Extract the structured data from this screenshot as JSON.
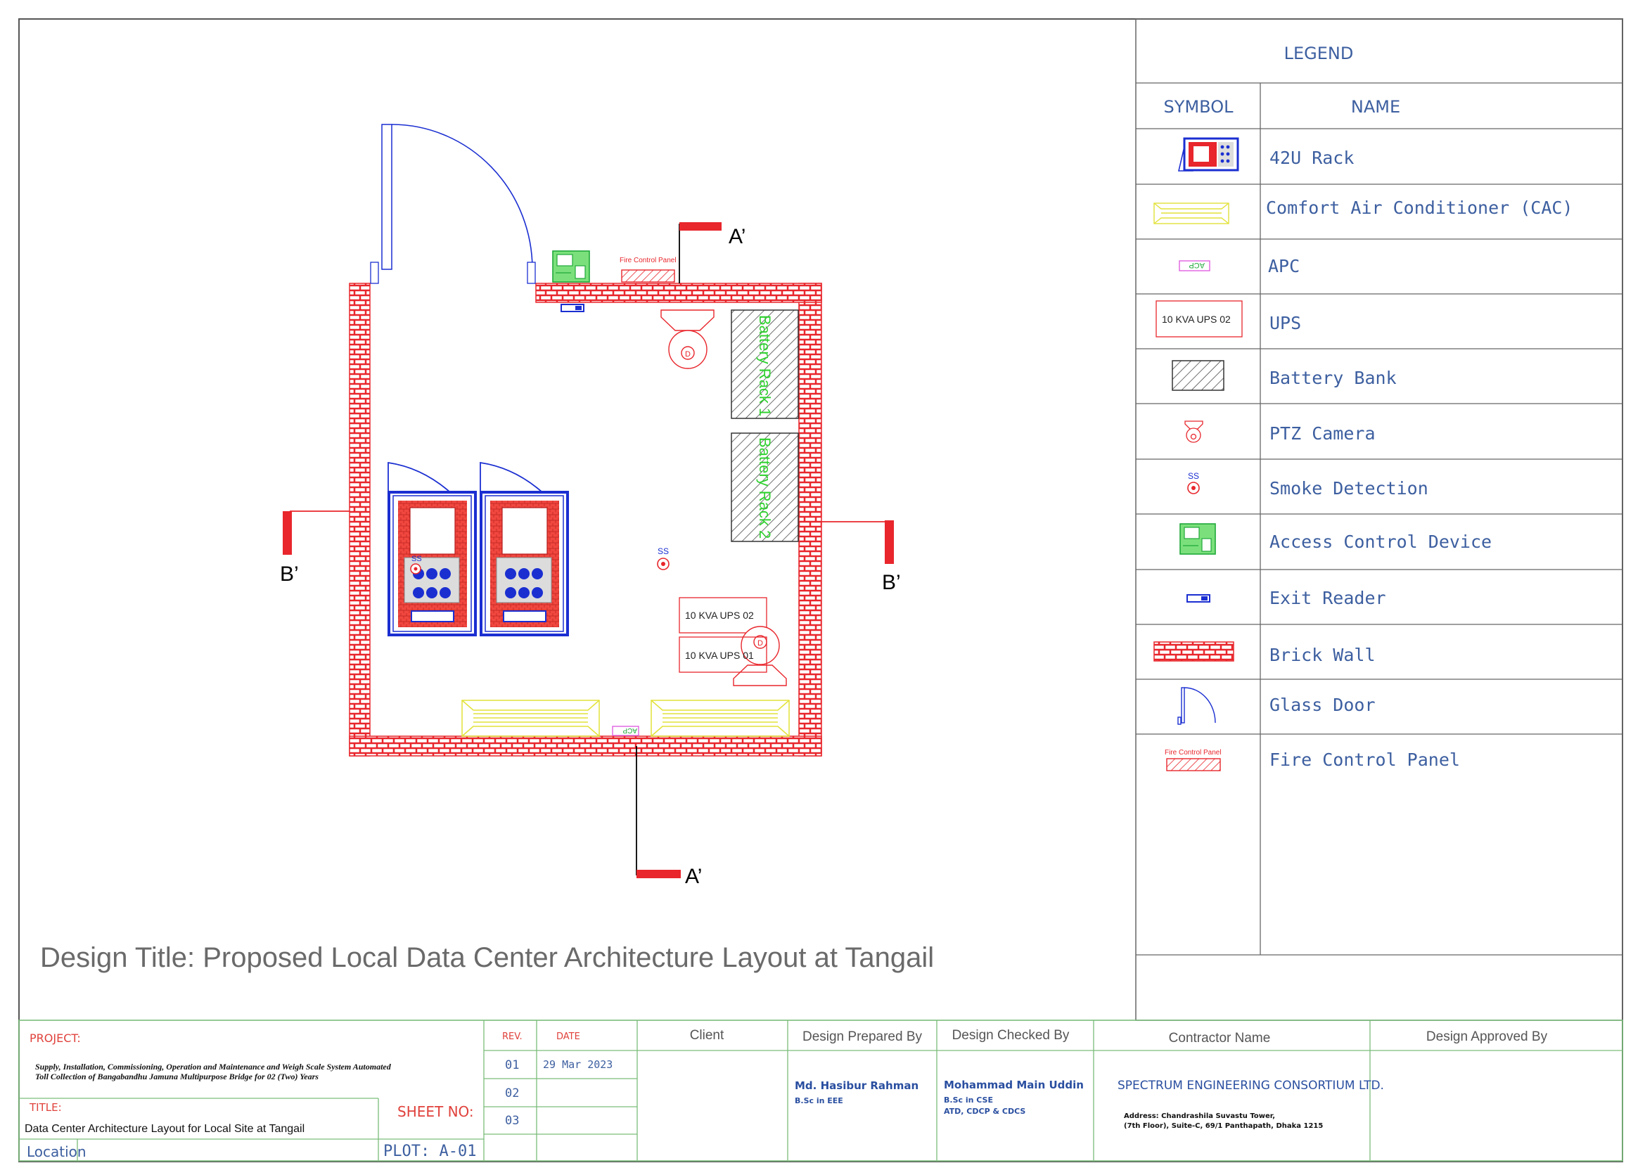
{
  "design_title": "Design Title: Proposed Local Data Center Architecture Layout at Tangail",
  "floorplan": {
    "section_a": "A’",
    "section_b": "B’",
    "fire_control_panel": "Fire Control Panel",
    "battery_rack_1": "Battery Rack 1",
    "battery_rack_2": "Battery Rack 2",
    "ups_02": "10 KVA UPS 02",
    "ups_01": "10 KVA UPS 01",
    "smoke_ss": "SS",
    "ptz_d": "D",
    "apc_label": "ACP"
  },
  "legend": {
    "title": "LEGEND",
    "symbol_header": "SYMBOL",
    "name_header": "NAME",
    "items": [
      {
        "name": "42U Rack",
        "icon": "rack-icon"
      },
      {
        "name": "Comfort Air Conditioner (CAC)",
        "icon": "air-conditioner-icon"
      },
      {
        "name": "APC",
        "icon": "apc-icon",
        "symbol_text": "ACP"
      },
      {
        "name": "UPS",
        "icon": "ups-icon",
        "symbol_text": "10 KVA UPS 02"
      },
      {
        "name": "Battery Bank",
        "icon": "battery-bank-icon"
      },
      {
        "name": "PTZ Camera",
        "icon": "ptz-camera-icon"
      },
      {
        "name": "Smoke Detection",
        "icon": "smoke-detector-icon",
        "symbol_text": "SS"
      },
      {
        "name": "Access Control Device",
        "icon": "access-control-icon"
      },
      {
        "name": "Exit Reader",
        "icon": "exit-reader-icon"
      },
      {
        "name": "Brick Wall",
        "icon": "brick-wall-icon"
      },
      {
        "name": "Glass Door",
        "icon": "glass-door-icon"
      },
      {
        "name": "Fire Control Panel",
        "icon": "fire-control-panel-icon",
        "symbol_text": "Fire Control Panel"
      }
    ]
  },
  "title_block": {
    "project_label": "PROJECT:",
    "project_line1": "Supply, Installation, Commissioning, Operation and Maintenance and Weigh Scale System Automated",
    "project_line2": "Toll Collection of Bangabandhu Jamuna Multipurpose Bridge for 02 (Two) Years",
    "title_label": "TITLE:",
    "title_value": "Data Center Architecture Layout for Local Site at Tangail",
    "location_label": "Location",
    "sheet_label": "SHEET NO:",
    "plot_label": "PLOT: A-01",
    "rev_header": "REV.",
    "date_header": "DATE",
    "revisions": [
      {
        "rev": "01",
        "date": "29 Mar 2023"
      },
      {
        "rev": "02",
        "date": ""
      },
      {
        "rev": "03",
        "date": ""
      }
    ],
    "client_header": "Client",
    "prepared_header": "Design Prepared By",
    "prepared_name": "Md. Hasibur Rahman",
    "prepared_degree": "B.Sc in EEE",
    "checked_header": "Design Checked By",
    "checked_name": "Mohammad Main Uddin",
    "checked_degree": "B.Sc in CSE",
    "checked_certs": "ATD, CDCP & CDCS",
    "contractor_header": "Contractor Name",
    "contractor_name": "SPECTRUM ENGINEERING CONSORTIUM LTD.",
    "contractor_addr1": "Address: Chandrashila Suvastu Tower,",
    "contractor_addr2": "(7th Floor), Suite-C, 69/1 Panthapath, Dhaka 1215",
    "approved_header": "Design Approved By"
  },
  "colors": {
    "wall": "#e8262c",
    "legend_green": "#22a34a",
    "legend_text": "#3d5fa0",
    "blue": "#1b2fd1",
    "tb_red": "#e0413b"
  }
}
